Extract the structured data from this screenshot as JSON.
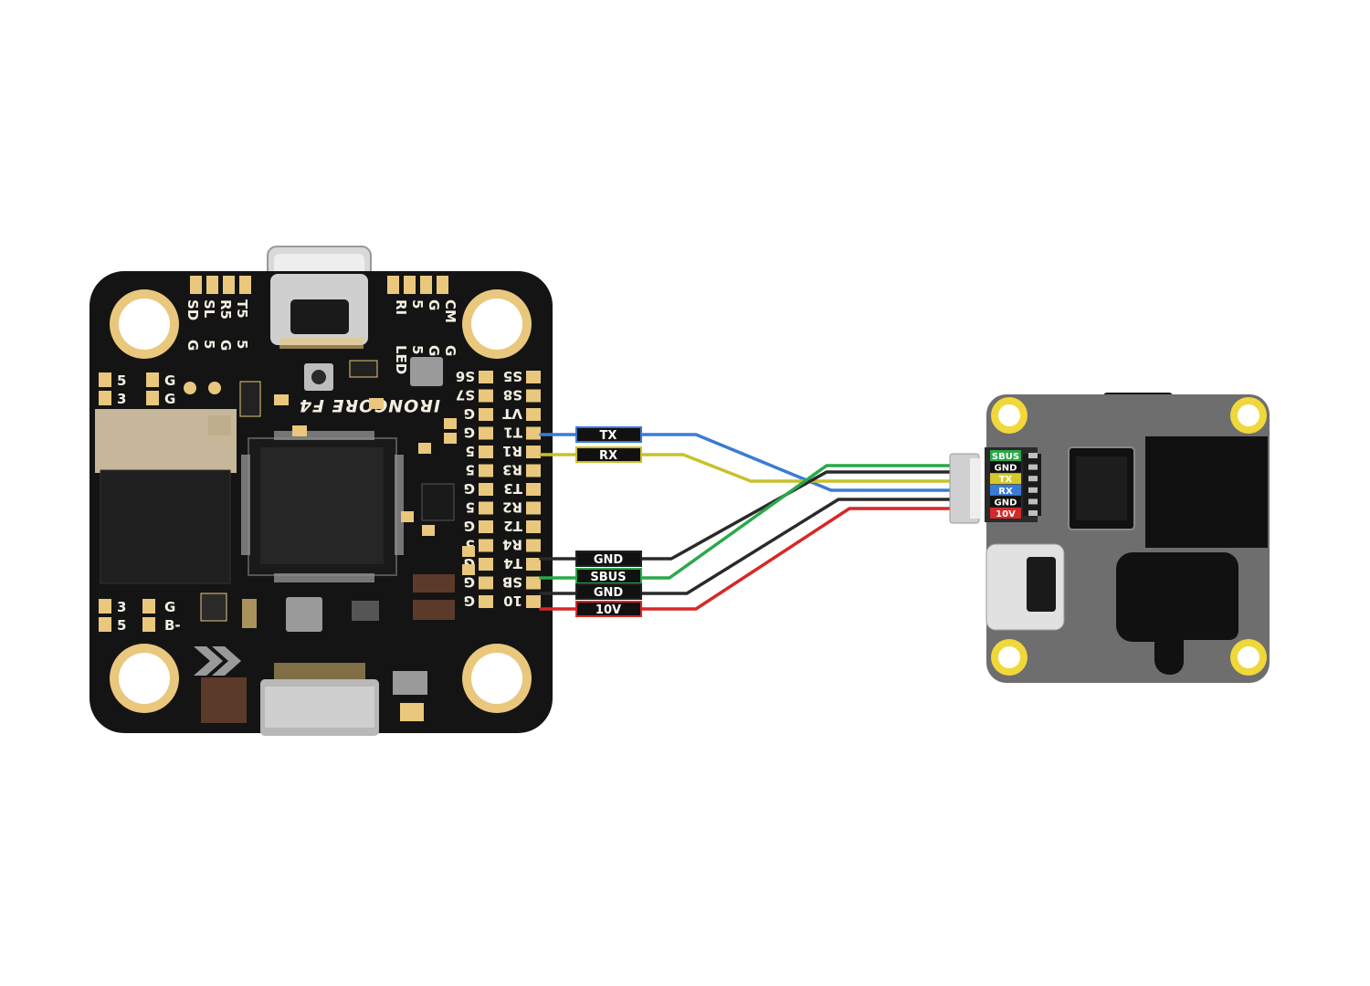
{
  "flight_controller": {
    "brand": "IRONCORE F4",
    "top_left_pads": [
      [
        "T5",
        "5"
      ],
      [
        "R5",
        "G"
      ],
      [
        "SL",
        "5"
      ],
      [
        "SD",
        "G"
      ]
    ],
    "top_right_pads": [
      [
        "CM",
        "G"
      ],
      [
        "G",
        "G"
      ],
      [
        "5",
        "5"
      ],
      [
        "RI",
        "LED"
      ]
    ],
    "right_pads": [
      "S5",
      "S8",
      "VT",
      "T1",
      "R1",
      "R3",
      "T3",
      "R2",
      "T2",
      "R4",
      "T4",
      "SB",
      "10"
    ],
    "right_pads_left_col": [
      "S6",
      "S7",
      "G",
      "G",
      "5",
      "5",
      "G",
      "5",
      "G",
      "5",
      "G",
      "G",
      "G"
    ],
    "left_upper_pads": [
      [
        "5",
        "G"
      ],
      [
        "3",
        "G"
      ]
    ],
    "left_lower_pads": [
      [
        "3",
        "G"
      ],
      [
        "5",
        "B-"
      ]
    ]
  },
  "wire_tags": [
    {
      "label": "TX",
      "color": "#3a7bd5"
    },
    {
      "label": "RX",
      "color": "#c9c12a"
    },
    {
      "label": "GND",
      "color": "#222222"
    },
    {
      "label": "SBUS",
      "color": "#2aa84a"
    },
    {
      "label": "GND",
      "color": "#222222"
    },
    {
      "label": "10V",
      "color": "#d62828"
    }
  ],
  "receiver_pins": [
    {
      "label": "SBUS",
      "bg": "#2aa84a",
      "fg": "#ffffff"
    },
    {
      "label": "GND",
      "bg": "#111111",
      "fg": "#ffffff"
    },
    {
      "label": "TX",
      "bg": "#d4c82a",
      "fg": "#ffffff"
    },
    {
      "label": "RX",
      "bg": "#3a7bd5",
      "fg": "#ffffff"
    },
    {
      "label": "GND",
      "bg": "#111111",
      "fg": "#ffffff"
    },
    {
      "label": "10V",
      "bg": "#d62828",
      "fg": "#ffffff"
    }
  ],
  "colors": {
    "board": "#141414",
    "gold": "#e9c77c",
    "receiver": "#6e6e6e",
    "mount_yellow": "#f1d83a"
  }
}
